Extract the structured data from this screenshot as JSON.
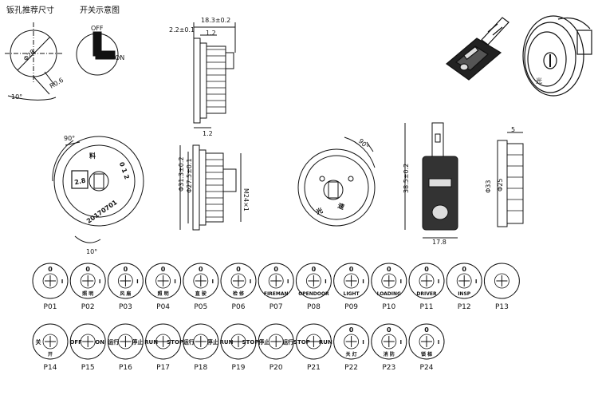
{
  "top_labels": {
    "hole_title": "钣孔推荐尺寸",
    "switch_title": "开关示意图",
    "diameter": "Φ28",
    "radius": "R0.6",
    "angle_10": "10°",
    "off": "OFF",
    "on": "ON"
  },
  "dimensions": {
    "side_top_width": "18.3±0.2",
    "side_top_left": "2.2±0.1",
    "side_top_mid": "1.2",
    "side_top_bottom": "1.2",
    "front_left_angle": "90°",
    "front_left_bottom_angle": "10°",
    "side_mid_d1": "Φ31.3±0.2",
    "side_mid_d2": "Φ27.5±0.1",
    "side_mid_thread": "M24×1",
    "front_right_angle": "90°",
    "key_height": "38.5±0.2",
    "key_width": "17.8",
    "cyl_top": "5",
    "cyl_diam1": "Φ33",
    "cyl_diam2": "Φ25"
  },
  "front_left_face_text": [
    "2.8",
    "料",
    "0 1 2",
    "20170701"
  ],
  "front_right_face_text": [
    "光",
    "速"
  ],
  "panels_row1": [
    {
      "id": "P01",
      "top": "0",
      "left": "",
      "right": "I",
      "bottom": ""
    },
    {
      "id": "P02",
      "top": "0",
      "left": "",
      "right": "I",
      "bottom": "照 明"
    },
    {
      "id": "P03",
      "top": "0",
      "left": "",
      "right": "I",
      "bottom": "风 扇"
    },
    {
      "id": "P04",
      "top": "0",
      "left": "",
      "right": "I",
      "bottom": "照 明"
    },
    {
      "id": "P05",
      "top": "0",
      "left": "",
      "right": "I",
      "bottom": "直 驶"
    },
    {
      "id": "P06",
      "top": "0",
      "left": "",
      "right": "I",
      "bottom": "检 修"
    },
    {
      "id": "P07",
      "top": "0",
      "left": "",
      "right": "I",
      "bottom": "FIREMAN"
    },
    {
      "id": "P08",
      "top": "0",
      "left": "",
      "right": "I",
      "bottom": "OPENDOOR"
    },
    {
      "id": "P09",
      "top": "0",
      "left": "",
      "right": "I",
      "bottom": "LIGHT"
    },
    {
      "id": "P10",
      "top": "0",
      "left": "",
      "right": "I",
      "bottom": "LOADING"
    },
    {
      "id": "P11",
      "top": "0",
      "left": "",
      "right": "I",
      "bottom": "DRIVER"
    },
    {
      "id": "P12",
      "top": "0",
      "left": "",
      "right": "I",
      "bottom": "INSP"
    },
    {
      "id": "P13",
      "top": "",
      "left": "",
      "right": "",
      "bottom": ""
    }
  ],
  "panels_row2": [
    {
      "id": "P14",
      "top": "",
      "left": "关",
      "right": "",
      "bottom": "开"
    },
    {
      "id": "P15",
      "top": "",
      "left": "OFF",
      "right": "ON",
      "bottom": ""
    },
    {
      "id": "P16",
      "top": "",
      "left": "运行",
      "right": "停止",
      "bottom": ""
    },
    {
      "id": "P17",
      "top": "",
      "left": "RUN",
      "right": "STOP",
      "bottom": ""
    },
    {
      "id": "P18",
      "top": "",
      "left": "运行",
      "right": "停止",
      "bottom": ""
    },
    {
      "id": "P19",
      "top": "",
      "left": "RUN",
      "right": "STOP",
      "bottom": ""
    },
    {
      "id": "P20",
      "top": "",
      "left": "停止",
      "right": "运行",
      "bottom": ""
    },
    {
      "id": "P21",
      "top": "",
      "left": "STOP",
      "right": "RUN",
      "bottom": ""
    },
    {
      "id": "P22",
      "top": "0",
      "left": "",
      "right": "I",
      "bottom": "关 灯"
    },
    {
      "id": "P23",
      "top": "0",
      "left": "",
      "right": "I",
      "bottom": "消 防"
    },
    {
      "id": "P24",
      "top": "0",
      "left": "",
      "right": "I",
      "bottom": "锁 梯"
    }
  ]
}
